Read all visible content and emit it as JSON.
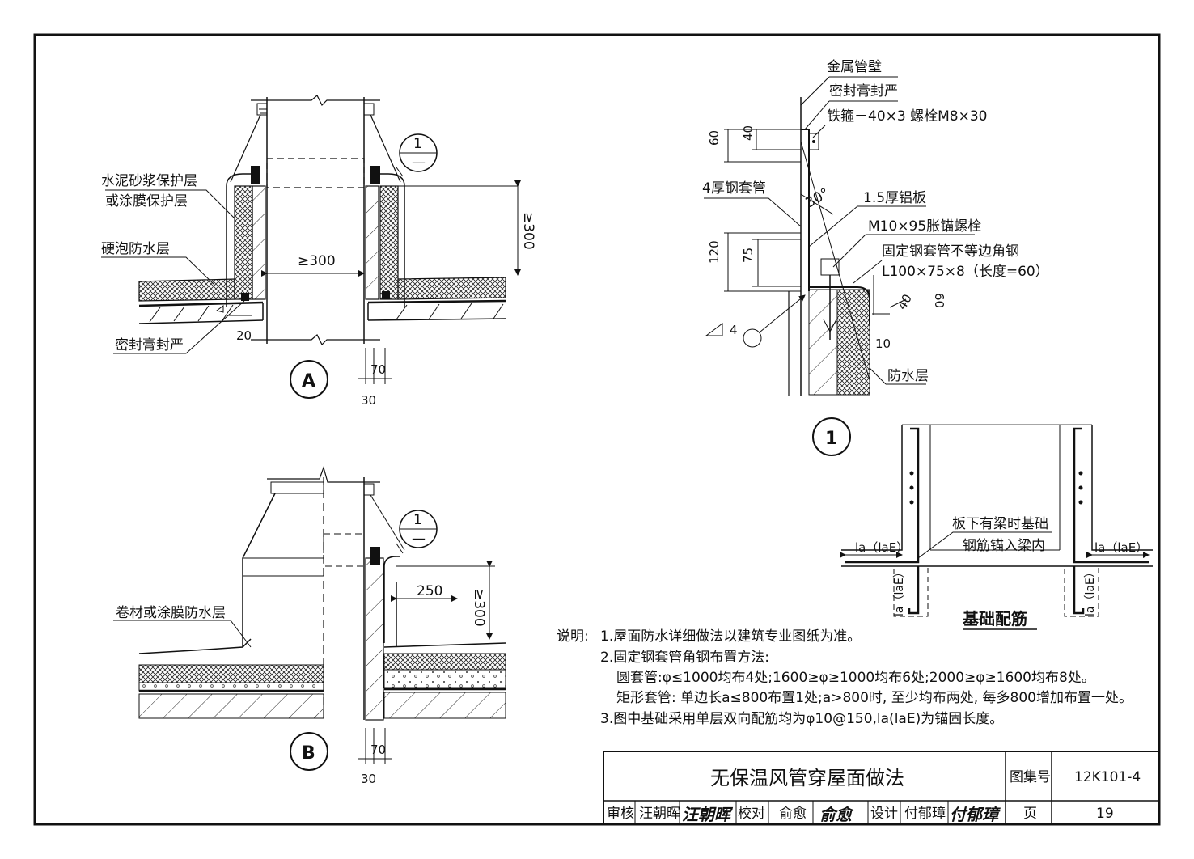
{
  "detail_a": {
    "marker": "A",
    "labels": {
      "cement_layer_1": "水泥砂浆保护层",
      "cement_layer_2": "或涂膜保护层",
      "foam": "硬泡防水层",
      "sealant": "密封膏封严"
    },
    "dims": {
      "gap": "≥300",
      "height": "≥300",
      "d20": "20",
      "d70": "70",
      "d30": "30"
    },
    "ref_top": "1",
    "ref_bottom": "—"
  },
  "detail_b": {
    "marker": "B",
    "labels": {
      "membrane": "卷材或涂膜防水层"
    },
    "dims": {
      "d250": "250",
      "height": "≥300",
      "d70": "70",
      "d30": "30"
    },
    "ref_top": "1",
    "ref_bottom": "—"
  },
  "detail_1": {
    "marker": "1",
    "labels": {
      "metal_wall": "金属管壁",
      "sealant": "密封膏封严",
      "hoop": "铁箍－40×3 螺栓M8×30",
      "steel_sleeve": "4厚钢套管",
      "alu_plate": "1.5厚铝板",
      "anchor": "M10×95胀锚螺栓",
      "angle_1": "固定钢套管不等边角钢",
      "angle_2": "L100×75×8（长度=60）",
      "waterproof": "防水层"
    },
    "dims": {
      "d60a": "60",
      "d40": "40",
      "angle": "30°",
      "d120": "120",
      "d75": "75",
      "d60b": "60",
      "d10": "10",
      "weld": "4",
      "d40b": "40"
    }
  },
  "foundation": {
    "title": "基础配筋",
    "note_1": "板下有梁时基础",
    "note_2": "钢筋锚入梁内",
    "la_left": "la（laE）",
    "la_right": "la（laE）",
    "la_vert_left": "la（laE）",
    "la_vert_right": "la（laE）"
  },
  "notes": {
    "heading": "说明:",
    "items": [
      "1.屋面防水详细做法以建筑专业图纸为准。",
      "2.固定钢套管角钢布置方法:",
      "圆套管:φ≤1000均布4处;1600≥φ≥1000均布6处;2000≥φ≥1600均布8处。",
      "矩形套管: 单边长a≤800布置1处;a>800时, 至少均布两处, 每多800增加布置一处。",
      "3.图中基础采用单层双向配筋均为φ10@150,la(laE)为锚固长度。"
    ]
  },
  "title_block": {
    "title": "无保温风管穿屋面做法",
    "atlas_label": "图集号",
    "atlas_no": "12K101-4",
    "review_label": "审核",
    "review_name": "汪朝晖",
    "review_sig": "汪朝晖",
    "check_label": "校对",
    "check_name": "俞愈",
    "check_sig": "俞愈",
    "design_label": "设计",
    "design_name": "付郁璋",
    "design_sig": "付郁璋",
    "page_label": "页",
    "page_no": "19"
  }
}
